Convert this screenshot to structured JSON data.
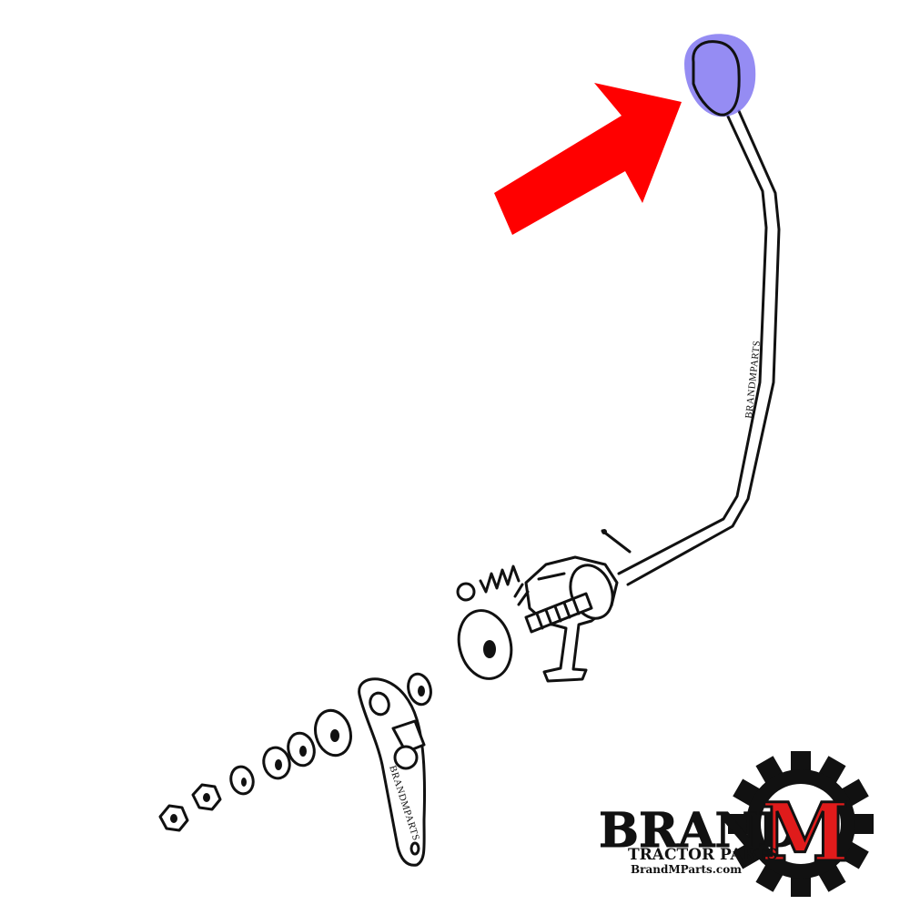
{
  "diagram": {
    "highlight_color": "#7b6ff0",
    "arrow_color": "#ff0000",
    "watermarks": {
      "lever_rod": "BRANDMPARTS",
      "lower_arm": "BRANDMPARTS"
    }
  },
  "logo": {
    "brand_word": "BRAND",
    "brand_letter": "M",
    "tagline": "TRACTOR PARTS",
    "website": "BrandMParts.com",
    "letter_color": "#e01b1b",
    "gear_color": "#111111"
  }
}
